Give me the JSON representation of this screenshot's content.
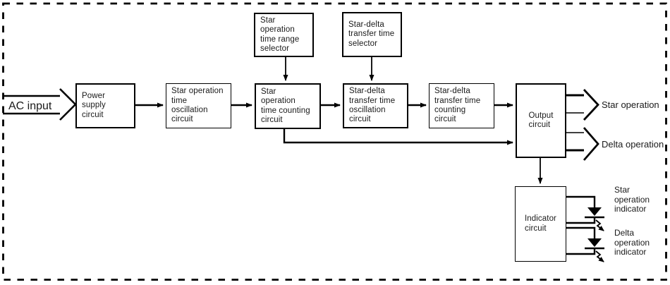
{
  "diagram": {
    "colors": {
      "line": "#000000",
      "background": "#ffffff"
    },
    "ac_input_label": "AC input",
    "blocks": {
      "power_supply": "Power\nsupply\ncircuit",
      "star_oscillation": "Star operation\ntime\noscillation\ncircuit",
      "star_range_selector": "Star\noperation\ntime range\nselector",
      "star_counting": "Star\noperation\ntime counting\ncircuit",
      "transfer_selector": "Star-delta\ntransfer time\nselector",
      "transfer_oscillation": "Star-delta\ntransfer time\noscillation\ncircuit",
      "transfer_counting": "Star-delta\ntransfer time\ncounting\ncircuit",
      "output": "Output\ncircuit",
      "indicator": "Indicator\ncircuit"
    },
    "outputs": {
      "star": "Star operation",
      "delta": "Delta operation"
    },
    "indicators": {
      "star": "Star\noperation\nindicator",
      "delta": "Delta\noperation\nindicator"
    }
  }
}
